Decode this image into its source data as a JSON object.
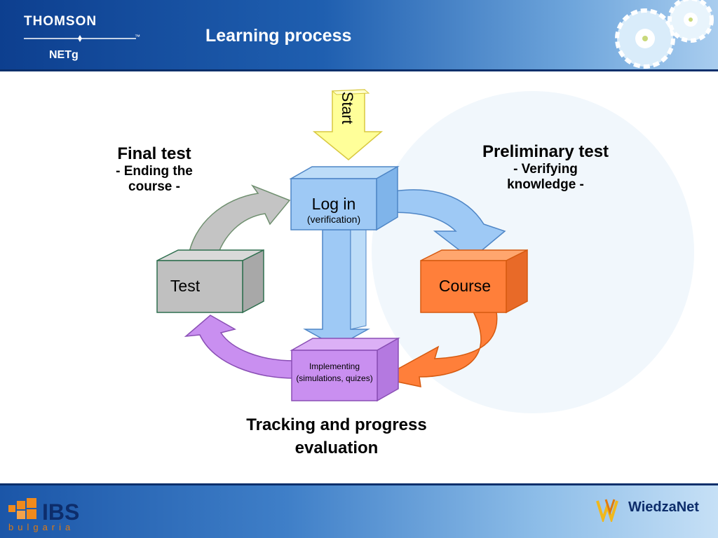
{
  "header": {
    "title": "Learning process",
    "logo_top": "THOMSON",
    "logo_bottom": "NETg",
    "logo_tm": "™"
  },
  "diagram": {
    "start": "Start",
    "login": {
      "title": "Log in",
      "sub": "(verification)"
    },
    "test": "Test",
    "course": "Course",
    "implementing": {
      "line1": "Implementing",
      "line2": "(simulations, quizes)"
    },
    "final_test": {
      "title": "Final test",
      "line1": "- Ending the",
      "line2": "course -"
    },
    "preliminary_test": {
      "title": "Preliminary test",
      "line1": "- Verifying",
      "line2": "knowledge -"
    },
    "tracking": {
      "line1": "Tracking and progress",
      "line2": "evaluation"
    }
  },
  "footer": {
    "ibs_word": "IBS",
    "ibs_sub": "bulgaria",
    "wiedza": "WiedzaNet"
  },
  "colors": {
    "header_blue": "#1f5fb0",
    "login_blue": "#9ec9f5",
    "course_orange": "#ff7f3a",
    "implementing_purple": "#c98ff0",
    "test_gray": "#c0c0c0",
    "start_yellow": "#ffff99"
  }
}
